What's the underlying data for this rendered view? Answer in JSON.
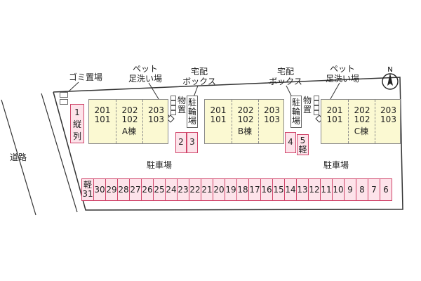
{
  "labels": {
    "road": "道路",
    "garbage": "ゴミ置場",
    "pet_wash_left": [
      "ペット",
      "足洗い場"
    ],
    "pet_wash_right": [
      "ペット",
      "足洗い場"
    ],
    "delivery_left": [
      "宅配",
      "ボックス"
    ],
    "delivery_right": [
      "宅配",
      "ボックス"
    ],
    "parking_left": "駐車場",
    "parking_right": "駐車場",
    "storage_left": "物置",
    "storage_right": "物置",
    "bike_left": "駐輪場",
    "bike_right": "駐輪場",
    "north": "N"
  },
  "buildings": [
    {
      "name": "A棟",
      "units": [
        {
          "upper": "201",
          "lower": "101"
        },
        {
          "upper": "202",
          "lower": "102"
        },
        {
          "upper": "203",
          "lower": "103"
        }
      ]
    },
    {
      "name": "B棟",
      "units": [
        {
          "upper": "201",
          "lower": "101"
        },
        {
          "upper": "202",
          "lower": "102"
        },
        {
          "upper": "203",
          "lower": "103"
        }
      ]
    },
    {
      "name": "C棟",
      "units": [
        {
          "upper": "201",
          "lower": "101"
        },
        {
          "upper": "202",
          "lower": "102"
        },
        {
          "upper": "203",
          "lower": "103"
        }
      ]
    }
  ],
  "parking_spaces": {
    "tandem": "1\n縦列",
    "left_pair": [
      "2",
      "3"
    ],
    "right_pair": [
      "4",
      "5\n軽"
    ],
    "bottom_row": [
      "軽\n31",
      "30",
      "29",
      "28",
      "27",
      "26",
      "25",
      "24",
      "23",
      "22",
      "21",
      "20",
      "19",
      "18",
      "17",
      "16",
      "15",
      "14",
      "13",
      "12",
      "11",
      "10",
      "9",
      "8",
      "7",
      "6"
    ]
  },
  "colors": {
    "building_fill": "#fbf9d2",
    "parking_fill": "#fde3ea",
    "parking_border": "#d0456a"
  }
}
